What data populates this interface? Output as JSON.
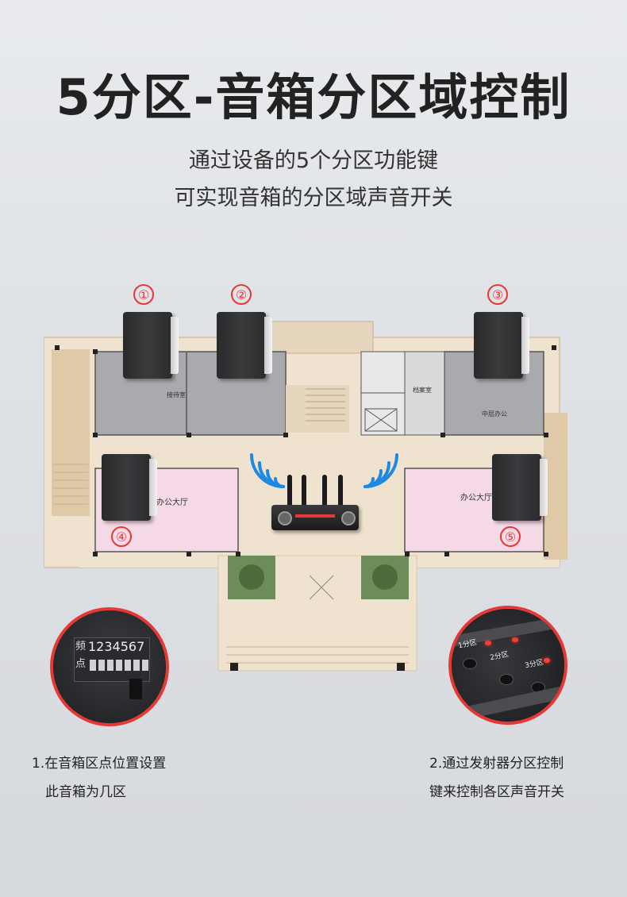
{
  "title": "5分区-音箱分区域控制",
  "subtitle": {
    "line1": "通过设备的5个分区功能键",
    "line2": "可实现音箱的分区域声音开关"
  },
  "floorplan": {
    "zone_markers": [
      "①",
      "②",
      "③",
      "④",
      "⑤"
    ],
    "room_labels": {
      "reception": "接待室",
      "archive": "档案室",
      "mid_office": "中层办公",
      "hall_left": "办公大厅",
      "hall_right": "办公大厅"
    }
  },
  "detail_left": {
    "freq_label": "频点",
    "freq_label_top": "频",
    "freq_label_bottom": "点",
    "digits": "1234567",
    "caption_line1": "1.在音箱区点位置设置",
    "caption_line2": "此音箱为几区"
  },
  "detail_right": {
    "button_labels": [
      "1分区",
      "2分区",
      "3分区"
    ],
    "caption_line1": "2.通过发射器分区控制",
    "caption_line2": "键来控制各区声音开关"
  },
  "colors": {
    "accent_red": "#e53935",
    "wifi_blue": "#1e88e5",
    "floor_beige": "#efe3cf",
    "room_gray": "#a9aaad",
    "hall_pink": "#f6d9e6"
  }
}
